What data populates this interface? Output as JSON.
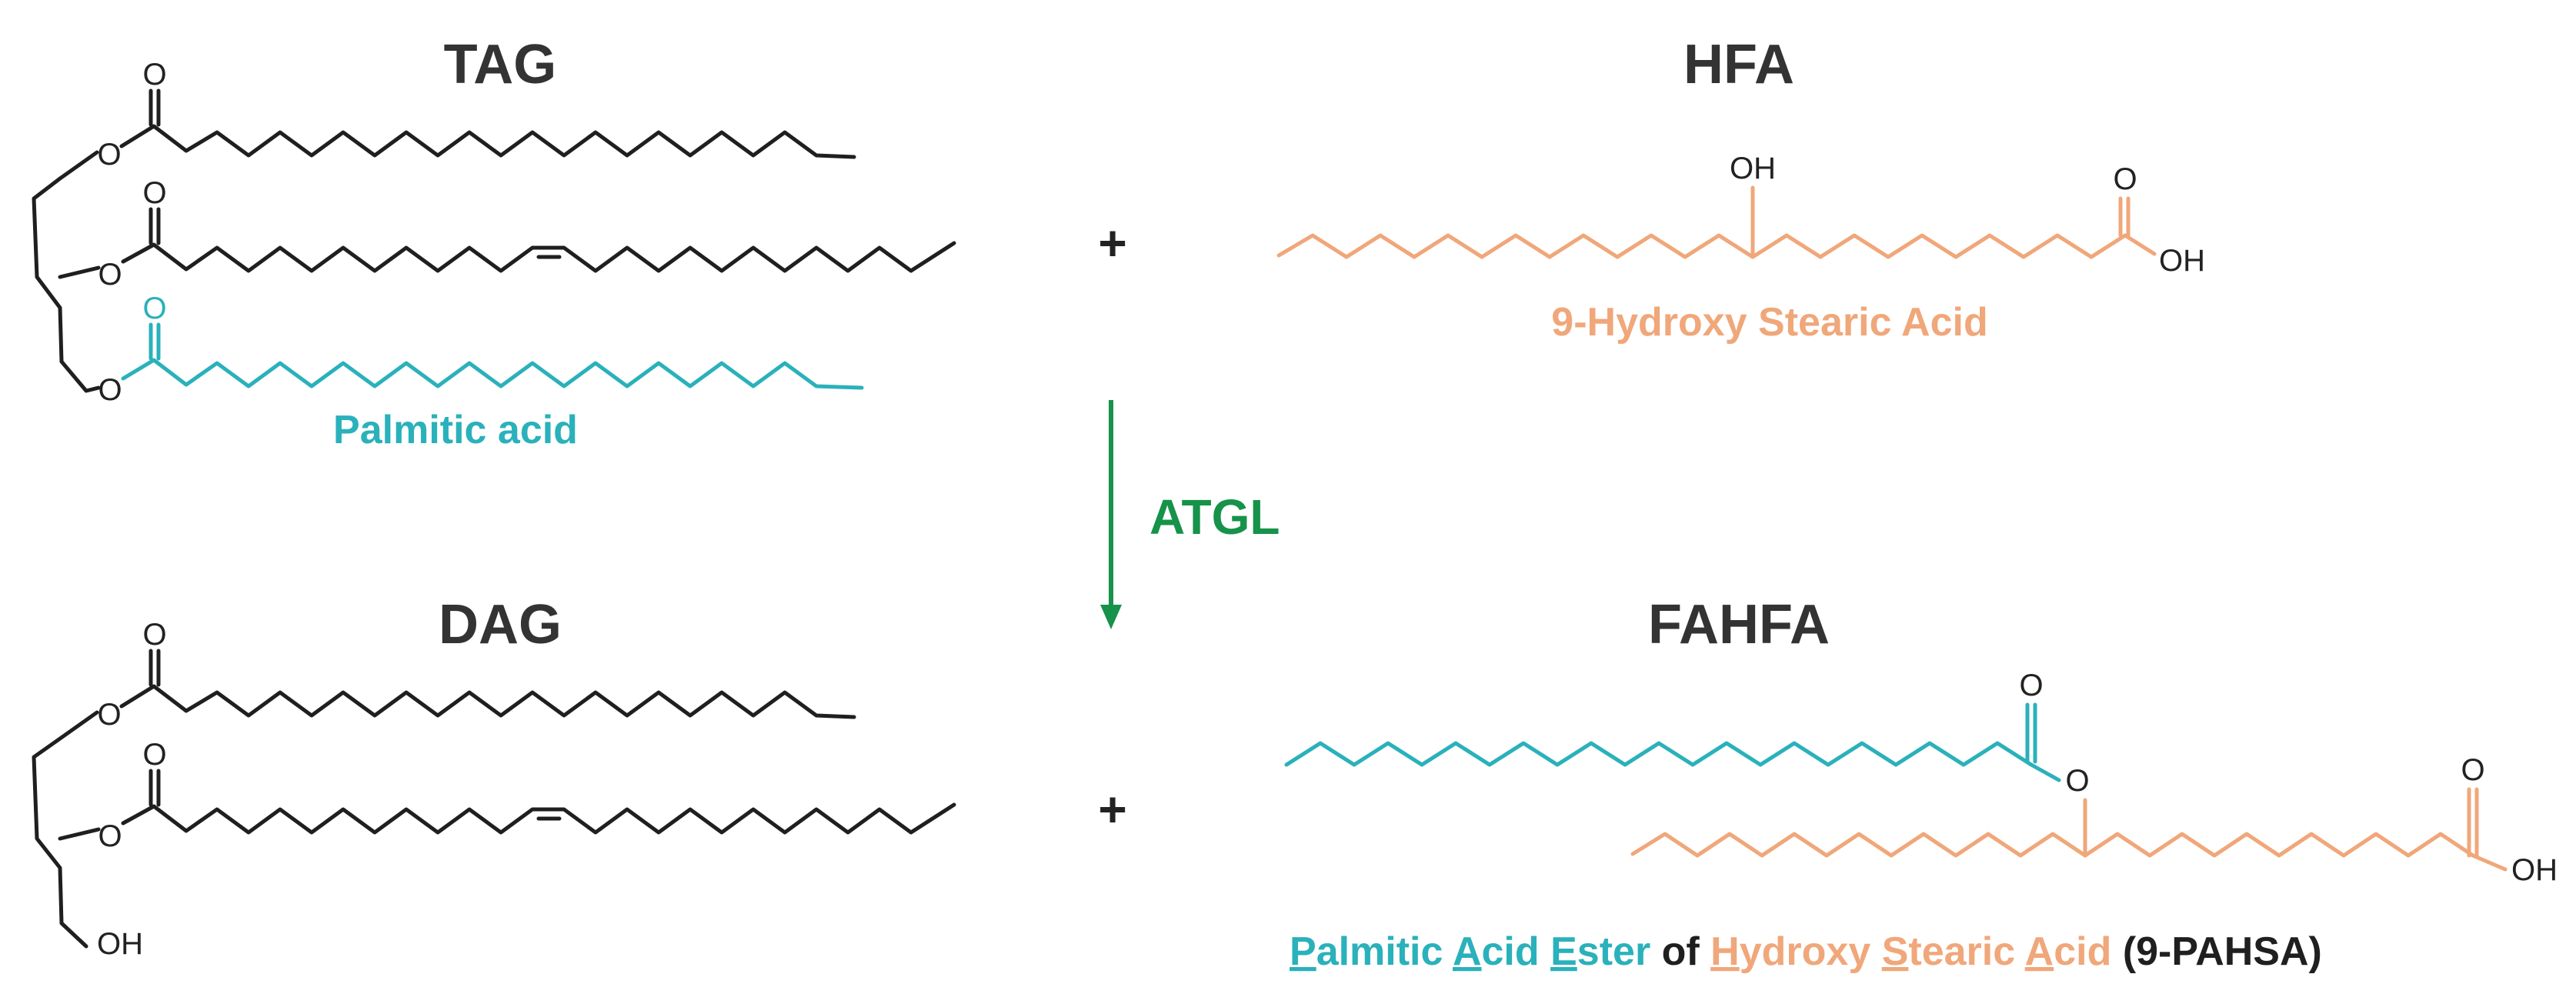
{
  "colors": {
    "teal": "#2ab1bb",
    "orange": "#f0a77a",
    "green": "#16924a",
    "black": "#1f1f1f"
  },
  "atoms": {
    "oxygen": "O",
    "hydroxyl": "OH"
  },
  "tag": {
    "title": "TAG",
    "caption": "Palmitic acid"
  },
  "hfa": {
    "title": "HFA",
    "caption": "9-Hydroxy Stearic Acid"
  },
  "dag": {
    "title": "DAG"
  },
  "fahfa": {
    "title": "FAHFA",
    "caption_parts": [
      {
        "initial": "P",
        "rest": "almitic ",
        "color": "teal"
      },
      {
        "initial": "A",
        "rest": "cid ",
        "color": "teal"
      },
      {
        "initial": "E",
        "rest": "ster ",
        "color": "teal"
      },
      {
        "initial": "",
        "rest": "of ",
        "color": "black"
      },
      {
        "initial": "H",
        "rest": "ydroxy ",
        "color": "orange"
      },
      {
        "initial": "S",
        "rest": "tearic ",
        "color": "orange"
      },
      {
        "initial": "A",
        "rest": "cid ",
        "color": "orange"
      },
      {
        "initial": "",
        "rest": "(9-PAHSA)",
        "color": "black"
      }
    ]
  },
  "reaction": {
    "plus": "+",
    "enzyme": "ATGL"
  }
}
